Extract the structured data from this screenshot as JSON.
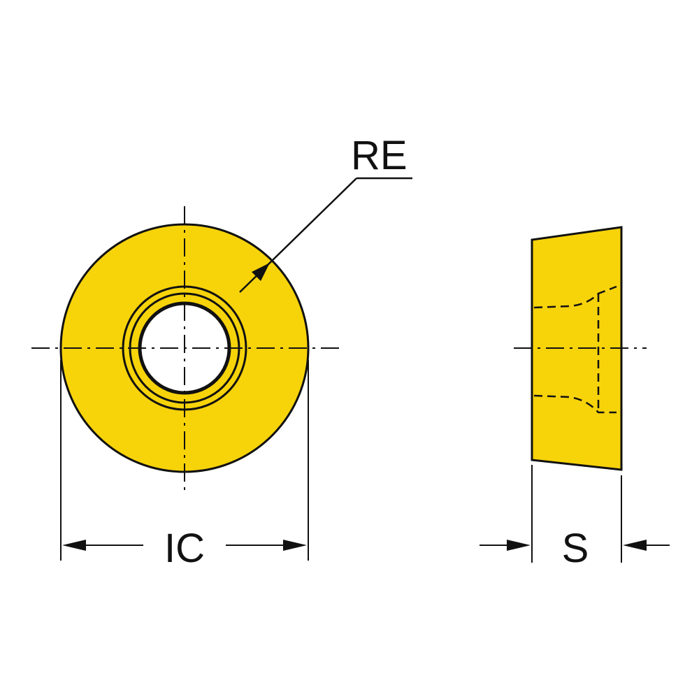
{
  "labels": {
    "re": "RE",
    "ic": "IC",
    "s": "S"
  },
  "colors": {
    "insert_fill": "#F7D30A",
    "ink": "#111111",
    "background": "#FFFFFF"
  }
}
